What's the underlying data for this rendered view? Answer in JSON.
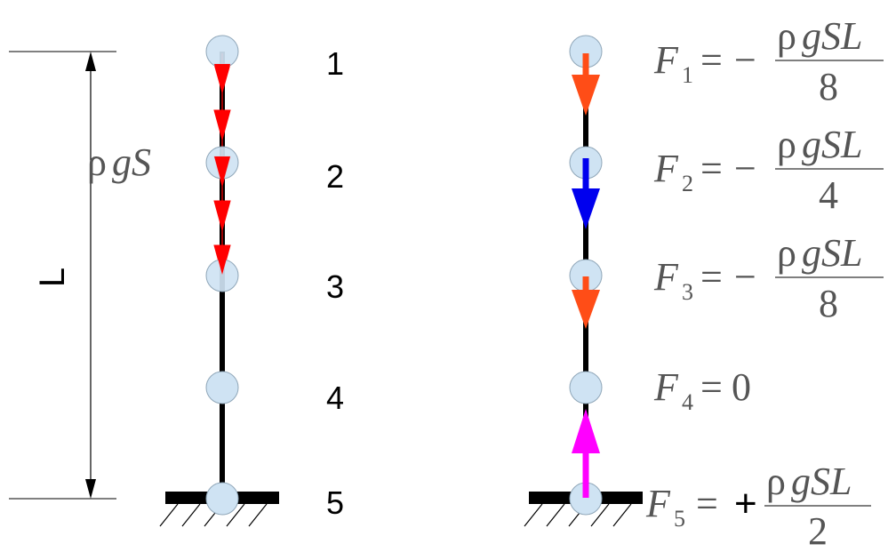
{
  "colors": {
    "line": "#000000",
    "node_fill": "#cfe3f3",
    "node_stroke": "#8fa6b8",
    "distributed_arrow": "#ff0000",
    "force_orange": "#ff4d17",
    "force_blue": "#0000ee",
    "force_magenta": "#ff00ff",
    "text_gray": "#555555"
  },
  "left": {
    "load_label": {
      "rho": "ρ",
      "g": "g",
      "S": "S"
    },
    "length_label": "L",
    "node_labels": [
      "1",
      "2",
      "3",
      "4",
      "5"
    ]
  },
  "right": {
    "forces": [
      {
        "name": "F",
        "sub": "1",
        "sign": "−",
        "num_rho": "ρ",
        "num_var": "gSL",
        "den": "8",
        "arrow": "down",
        "color_key": "force_orange"
      },
      {
        "name": "F",
        "sub": "2",
        "sign": "−",
        "num_rho": "ρ",
        "num_var": "gSL",
        "den": "4",
        "arrow": "down",
        "color_key": "force_blue"
      },
      {
        "name": "F",
        "sub": "3",
        "sign": "−",
        "num_rho": "ρ",
        "num_var": "gSL",
        "den": "8",
        "arrow": "down",
        "color_key": "force_orange"
      },
      {
        "name": "F",
        "sub": "4",
        "value": "0",
        "arrow": "none"
      },
      {
        "name": "F",
        "sub": "5",
        "sign": "+",
        "num_rho": "ρ",
        "num_var": "gSL",
        "den": "2",
        "arrow": "up",
        "color_key": "force_magenta"
      }
    ]
  }
}
